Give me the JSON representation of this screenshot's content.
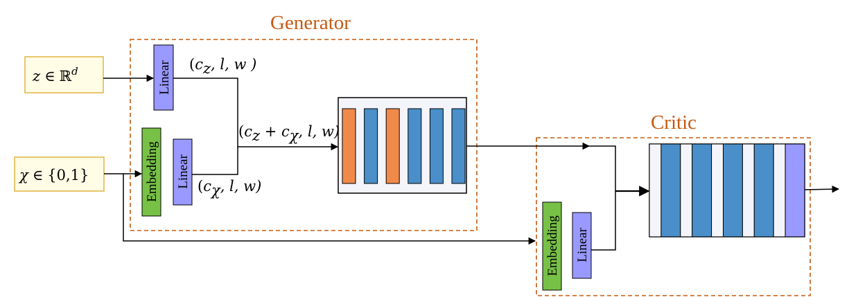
{
  "generator": {
    "title": "Generator"
  },
  "critic": {
    "title": "Critic"
  },
  "inputs": {
    "z": {
      "var": "z",
      "rel": "∈",
      "set": "ℝ",
      "sup": "d"
    },
    "chi": {
      "var": "χ",
      "rel": "∈",
      "set": "{0,1}"
    }
  },
  "labels": {
    "linear": "Linear",
    "embedding": "Embedding",
    "cz_lw": {
      "open": "(",
      "c": "c",
      "sub": "z",
      "rest": ", l, w )"
    },
    "cchi_lw": {
      "open": "(",
      "c": "c",
      "sub": "χ",
      "rest": ", l, w)"
    },
    "sum_lw": {
      "open": "(",
      "c1": "c",
      "sub1": "z",
      "plus": " + ",
      "c2": "c",
      "sub2": "χ",
      "rest": ", l, w)"
    }
  },
  "colors": {
    "frame": "#c55a11",
    "input_fill": "#fffde6",
    "input_stroke": "#e0b440",
    "linear": "#9999ff",
    "embedding": "#77c147",
    "orange_layer": "#f08a4b",
    "blue_layer": "#4a8fc9",
    "stack_bg": "#f4f4fb"
  },
  "generator_stack": [
    "orange",
    "blue",
    "orange",
    "blue",
    "blue",
    "blue"
  ],
  "critic_stack": [
    "light",
    "blue",
    "light",
    "blue",
    "light",
    "blue",
    "light",
    "blue",
    "light",
    "linear"
  ]
}
